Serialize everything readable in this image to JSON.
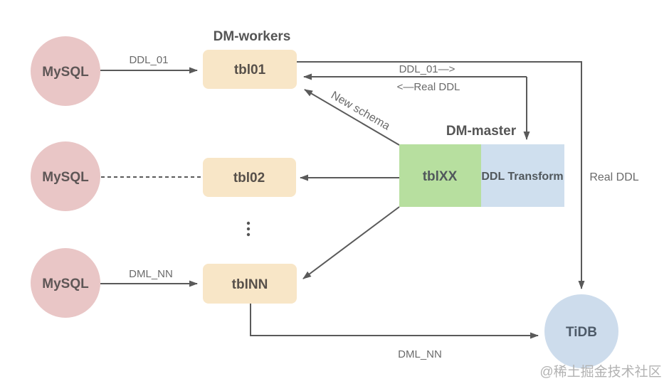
{
  "titles": {
    "dm_workers": "DM-workers",
    "dm_master": "DM-master"
  },
  "nodes": {
    "mysql1": {
      "label": "MySQL"
    },
    "mysql2": {
      "label": "MySQL"
    },
    "mysql3": {
      "label": "MySQL"
    },
    "tbl01": {
      "label": "tbl01"
    },
    "tbl02": {
      "label": "tbl02"
    },
    "tblnn": {
      "label": "tblNN"
    },
    "tblxx": {
      "label": "tblXX"
    },
    "ddl_transform": {
      "label": "DDL Transform"
    },
    "tidb": {
      "label": "TiDB"
    }
  },
  "edge_labels": {
    "ddl_01": "DDL_01",
    "dml_nn_left": "DML_NN",
    "ddl_01_to_master": "DDL_01—>",
    "real_ddl_to_worker": "<—Real DDL",
    "new_schema": "New schema",
    "real_ddl_right": "Real DDL",
    "dml_nn_bottom": "DML_NN"
  },
  "watermark": "@稀土掘金技术社区",
  "colors": {
    "mysql_fill": "#e9c6c6",
    "worker_fill": "#f8e6c7",
    "tblxx_fill": "#b7df9f",
    "transform_fill": "#cfdfee",
    "tidb_fill": "#cddcec",
    "line": "#5a5a5a",
    "edge_label": "#6a6a6a",
    "title": "#555555",
    "watermark": "#b2b2b2"
  }
}
